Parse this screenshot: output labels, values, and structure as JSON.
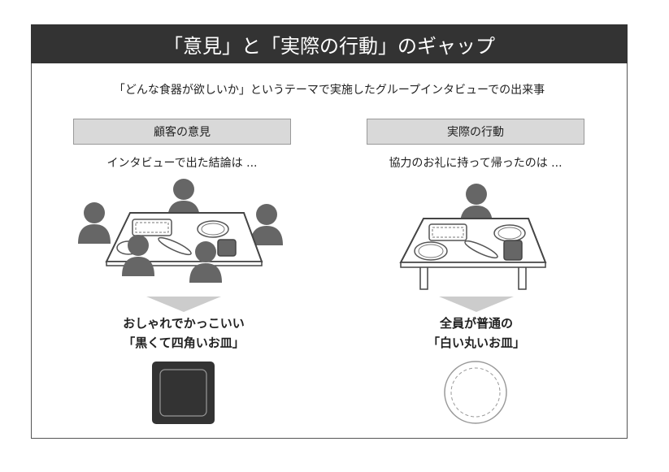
{
  "title": "「意見」と「実際の行動」のギャップ",
  "subtitle": "「どんな食器が欲しいか」というテーマで実施したグループインタビューでの出来事",
  "left": {
    "header": "顧客の意見",
    "lead": "インタビューで出た結論は ...",
    "conclusion_line1": "おしゃれでかっこいい",
    "conclusion_line2": "「黒くて四角いお皿」"
  },
  "right": {
    "header": "実際の行動",
    "lead": "協力のお礼に持って帰ったのは ...",
    "conclusion_line1": "全員が普通の",
    "conclusion_line2": "「白い丸いお皿」"
  },
  "colors": {
    "titlebar": "#333333",
    "header_bg": "#d9d9d9",
    "person": "#666666",
    "arrow": "#cccccc",
    "black_plate": "#333333"
  }
}
